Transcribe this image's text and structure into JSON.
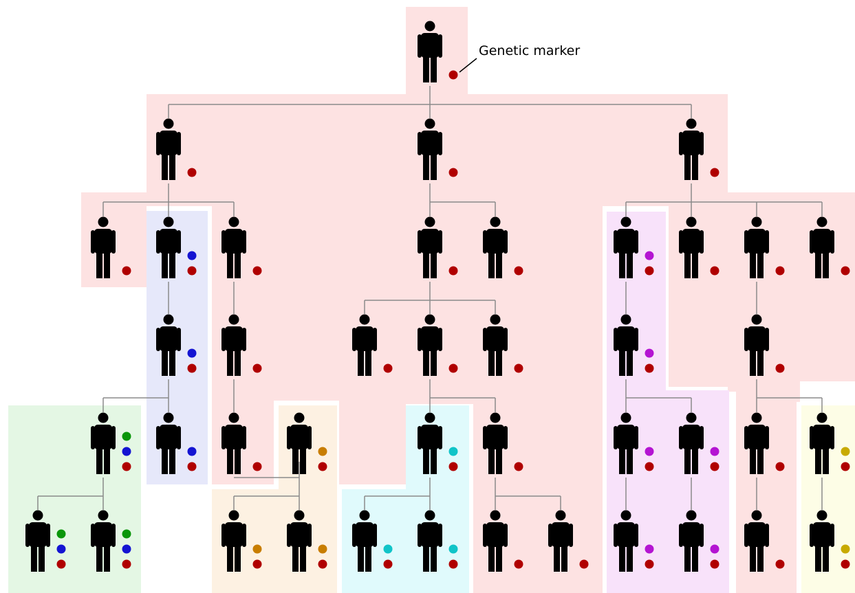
{
  "annotation": {
    "label": "Genetic marker"
  },
  "colors": {
    "line": "#8a8a8a",
    "person": "#000000",
    "marker_red": "#b00000",
    "marker_blue": "#1414d2",
    "marker_green": "#0a960a",
    "marker_orange": "#c87d00",
    "marker_cyan": "#10c4c8",
    "marker_purple": "#b414d2",
    "marker_olive": "#c8aa00",
    "region_red": "#fde2e2",
    "region_blue": "#e6e8fa",
    "region_green": "#e4f7e4",
    "region_orange": "#fdf1e2",
    "region_cyan": "#e0fafc",
    "region_purple": "#f8e2fa",
    "region_yellow": "#fdfde6"
  },
  "family_tree": {
    "people": [
      {
        "id": "root",
        "markers": [
          "red"
        ]
      },
      {
        "id": "g1a",
        "parent": "root",
        "markers": [
          "red"
        ]
      },
      {
        "id": "g1b",
        "parent": "root",
        "markers": [
          "red"
        ]
      },
      {
        "id": "g1c",
        "parent": "root",
        "markers": [
          "red"
        ]
      },
      {
        "id": "g2a",
        "parent": "g1a",
        "markers": [
          "red"
        ]
      },
      {
        "id": "g2b",
        "parent": "g1a",
        "markers": [
          "blue",
          "red"
        ]
      },
      {
        "id": "g2c",
        "parent": "g1a",
        "markers": [
          "red"
        ]
      },
      {
        "id": "g2d",
        "parent": "g1b",
        "markers": [
          "red"
        ]
      },
      {
        "id": "g2e",
        "parent": "g1b",
        "markers": [
          "red"
        ]
      },
      {
        "id": "g2f",
        "parent": "g1c",
        "markers": [
          "purple",
          "red"
        ]
      },
      {
        "id": "g2g",
        "parent": "g1c",
        "markers": [
          "red"
        ]
      },
      {
        "id": "g2h",
        "parent": "g1c",
        "markers": [
          "red"
        ]
      },
      {
        "id": "g2i",
        "parent": "g1c",
        "markers": [
          "red"
        ]
      },
      {
        "id": "g3a",
        "parent": "g2b",
        "markers": [
          "blue",
          "red"
        ]
      },
      {
        "id": "g3b",
        "parent": "g2c",
        "markers": [
          "red"
        ]
      },
      {
        "id": "g3c",
        "parent": "g2d",
        "markers": [
          "red"
        ]
      },
      {
        "id": "g3d",
        "parent": "g2d",
        "markers": [
          "red"
        ]
      },
      {
        "id": "g3e",
        "parent": "g2d",
        "markers": [
          "red"
        ]
      },
      {
        "id": "g3f",
        "parent": "g2f",
        "markers": [
          "purple",
          "red"
        ]
      },
      {
        "id": "g3g",
        "parent": "g2h",
        "markers": [
          "red"
        ]
      },
      {
        "id": "g4a",
        "parent": "g3a",
        "markers": [
          "green",
          "blue",
          "red"
        ]
      },
      {
        "id": "g4b",
        "parent": "g3a",
        "markers": [
          "blue",
          "red"
        ]
      },
      {
        "id": "g4c",
        "parent": "g3b",
        "markers": [
          "red"
        ]
      },
      {
        "id": "g4d",
        "markers": [
          "orange",
          "red"
        ]
      },
      {
        "id": "g4e",
        "parent": "g3d",
        "markers": [
          "cyan",
          "red"
        ]
      },
      {
        "id": "g4f",
        "parent": "g3d",
        "markers": [
          "red"
        ]
      },
      {
        "id": "g4g",
        "parent": "g3f",
        "markers": [
          "purple",
          "red"
        ]
      },
      {
        "id": "g4h",
        "parent": "g3f",
        "markers": [
          "purple",
          "red"
        ]
      },
      {
        "id": "g4i",
        "parent": "g3g",
        "markers": [
          "red"
        ]
      },
      {
        "id": "g4j",
        "parent": "g3g",
        "markers": [
          "olive",
          "red"
        ]
      },
      {
        "id": "g5a",
        "parent": "g4a",
        "markers": [
          "green",
          "blue",
          "red"
        ]
      },
      {
        "id": "g5b",
        "parent": "g4a",
        "markers": [
          "green",
          "blue",
          "red"
        ]
      },
      {
        "id": "g5c",
        "parent": "g4d",
        "markers": [
          "orange",
          "red"
        ]
      },
      {
        "id": "g5d",
        "parent": "g4d",
        "markers": [
          "orange",
          "red"
        ]
      },
      {
        "id": "g5e",
        "parent": "g4e",
        "markers": [
          "cyan",
          "red"
        ]
      },
      {
        "id": "g5f",
        "parent": "g4e",
        "markers": [
          "cyan",
          "red"
        ]
      },
      {
        "id": "g5g",
        "parent": "g4f",
        "markers": [
          "red"
        ]
      },
      {
        "id": "g5h",
        "parent": "g4f",
        "markers": [
          "red"
        ]
      },
      {
        "id": "g5i",
        "parent": "g4g",
        "markers": [
          "purple",
          "red"
        ]
      },
      {
        "id": "g5j",
        "parent": "g4h",
        "markers": [
          "purple",
          "red"
        ]
      },
      {
        "id": "g5k",
        "parent": "g4i",
        "markers": [
          "red"
        ]
      },
      {
        "id": "g5l",
        "parent": "g4j",
        "markers": [
          "olive",
          "red"
        ]
      }
    ]
  }
}
